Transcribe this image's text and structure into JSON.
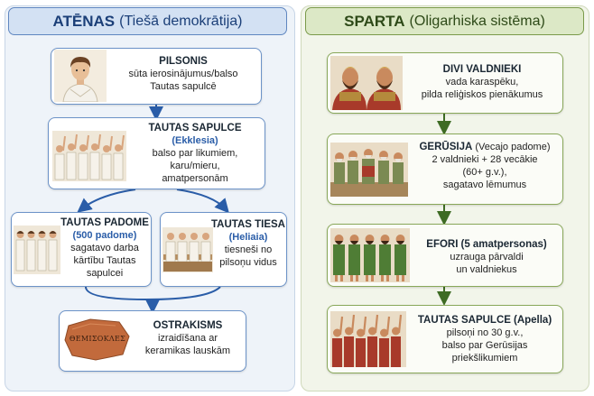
{
  "athens": {
    "header_title": "ATĒNAS",
    "header_subtitle": "(Tiešā demokrātija)",
    "citizen": {
      "title": "PILSONIS",
      "lines": [
        "sūta ierosinājumus/balso",
        "Tautas sapulcē"
      ]
    },
    "assembly": {
      "title": "TAUTAS SAPULCE",
      "subtitle": "(Ekklesia)",
      "lines": [
        "balso par likumiem,",
        "karu/mieru,",
        "amatpersonām"
      ]
    },
    "council": {
      "title": "TAUTAS PADOME",
      "subtitle": "(500 padome)",
      "lines": [
        "sagatavo darba",
        "kārtību Tautas",
        "sapulcei"
      ]
    },
    "court": {
      "title": "TAUTAS TIESA",
      "subtitle": "(Heliaia)",
      "lines": [
        "tiesneši no",
        "pilsoņu vidus"
      ]
    },
    "ostracism": {
      "title": "OSTRAKISMS",
      "lines": [
        "izraidīšana ar",
        "keramikas lauskām"
      ],
      "shard_text": "ΘΕΜΙΣΟΚΛΕΣ"
    }
  },
  "sparta": {
    "header_title": "SPARTA",
    "header_subtitle": "(Oligarhiska sistēma)",
    "kings": {
      "title": "DIVI VALDNIEKI",
      "lines": [
        "vada karaspēku,",
        "pilda reliģiskos pienākumus"
      ]
    },
    "gerousia": {
      "title": "GERŪSIJA",
      "title_suffix": "(Vecajo padome)",
      "lines": [
        "2 valdnieki + 28 vecākie",
        "(60+ g.v.),",
        "sagatavo lēmumus"
      ]
    },
    "ephors": {
      "title": "EFORI",
      "title_suffix": "(5 amatpersonas)",
      "lines": [
        "uzrauga pārvaldi",
        "un valdniekus"
      ]
    },
    "apella": {
      "title": "TAUTAS SAPULCE",
      "title_suffix": "(Apella)",
      "lines": [
        "pilsoņi no 30 g.v.,",
        "balso par Gerūsijas",
        "priekšlikumiem"
      ]
    }
  },
  "colors": {
    "athens_accent": "#2a5da8",
    "sparta_accent": "#4e7a2c",
    "spartan_cloak": "#a83a2a",
    "sparta_tunic": "#4f7d35"
  }
}
